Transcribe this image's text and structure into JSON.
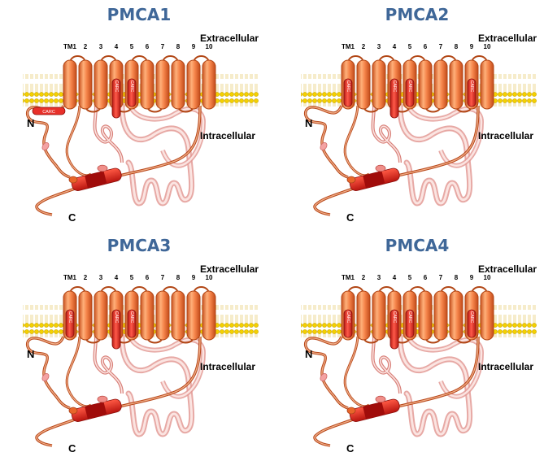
{
  "colors": {
    "title": "#3f6798",
    "membrane": "#f4d000",
    "helix": "#f07a3c",
    "helix_dark": "#c4511d",
    "carc": "#e8302a",
    "domain": "#d81c1c",
    "loop": "#c4511d",
    "loop_light": "#e9a5a0"
  },
  "labels": {
    "extracellular": "Extracellular",
    "intracellular": "Intracellular",
    "n_terminus": "N",
    "c_terminus": "C",
    "carc": "CARC",
    "tm": [
      "TM1",
      "2",
      "3",
      "4",
      "5",
      "6",
      "7",
      "8",
      "9",
      "10"
    ]
  },
  "panels": [
    {
      "title": "PMCA1",
      "carc_helices": [
        4,
        5
      ]
    },
    {
      "title": "PMCA2",
      "carc_helices": [
        1,
        4,
        5,
        9
      ]
    },
    {
      "title": "PMCA3",
      "carc_helices": [
        1,
        4,
        5
      ]
    },
    {
      "title": "PMCA4",
      "carc_helices": [
        1,
        4,
        5,
        9
      ]
    }
  ]
}
